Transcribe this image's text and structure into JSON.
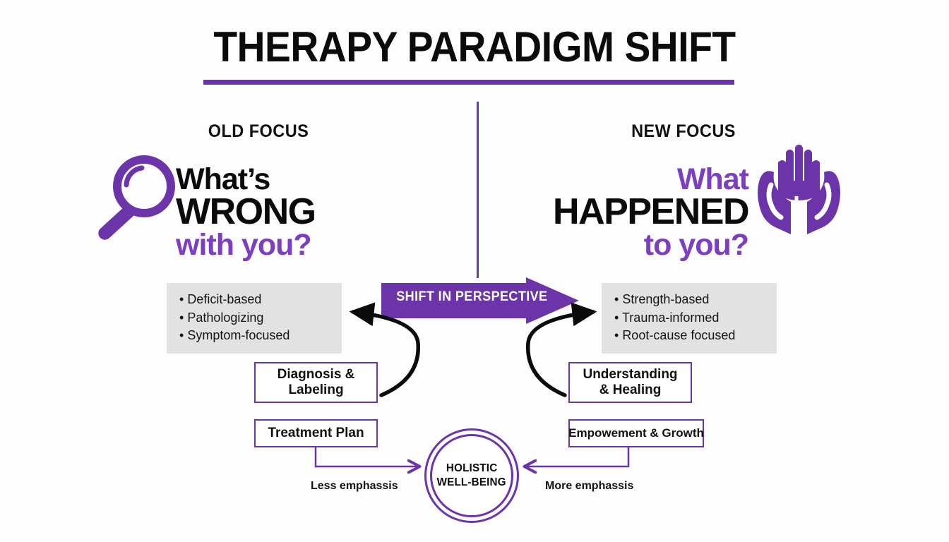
{
  "title": "THERAPY PARADIGM SHIFT",
  "colors": {
    "accent_purple": "#6b34a8",
    "headline_purple": "#7b3fbf",
    "banner_purple": "#6b34a8",
    "ink": "#0b0b0b",
    "panel_gray": "#e2e2e2",
    "background": "#fdfdfd"
  },
  "left": {
    "header": "OLD FOCUS",
    "icon": "magnifier-icon",
    "headline_line1": "What’s",
    "headline_line2": "WRONG",
    "headline_line3": "with you?",
    "bullets": [
      "Deficit-based",
      "Pathologizing",
      "Symptom-focused"
    ],
    "box_primary_line1": "Diagnosis &",
    "box_primary_line2": "Labeling",
    "box_secondary": "Treatment Plan",
    "emphasis_caption": "Less emphassis"
  },
  "right": {
    "header": "NEW FOCUS",
    "icon": "caring-hands-icon",
    "headline_line1": "What",
    "headline_line2": "HAPPENED",
    "headline_line3": "to you?",
    "bullets": [
      "Strength-based",
      "Trauma-informed",
      "Root-cause focused"
    ],
    "box_primary_line1": "Understanding",
    "box_primary_line2": "& Healing",
    "box_secondary": "Empowement & Growth",
    "emphasis_caption": "More emphassis"
  },
  "center": {
    "banner_label": "SHIFT IN PERSPECTIVE",
    "circle_line1": "HOLISTIC",
    "circle_line2": "WELL-BEING"
  }
}
